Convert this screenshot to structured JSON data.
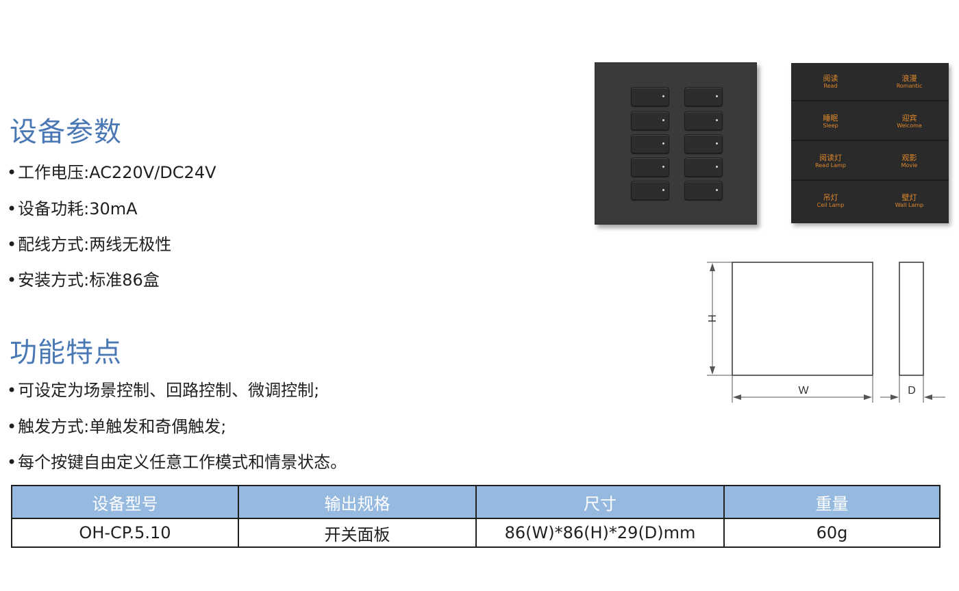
{
  "params": {
    "title": "设备参数",
    "items": [
      "工作电压:AC220V/DC24V",
      "设备功耗:30mA",
      "配线方式:两线无极性",
      "安装方式:标准86盒"
    ]
  },
  "features": {
    "title": "功能特点",
    "items": [
      "可设定为场景控制、回路控制、微调控制;",
      "触发方式:单触发和奇偶触发;",
      "每个按键自由定义任意工作模式和情景状态。"
    ]
  },
  "label_panel": {
    "rows": [
      {
        "left": {
          "cn": "阅读",
          "en": "Read"
        },
        "right": {
          "cn": "浪漫",
          "en": "Romantic"
        }
      },
      {
        "left": {
          "cn": "睡眠",
          "en": "Sleep"
        },
        "right": {
          "cn": "迎宾",
          "en": "Welcome"
        }
      },
      {
        "left": {
          "cn": "阅读灯",
          "en": "Read Lamp"
        },
        "right": {
          "cn": "观影",
          "en": "Movie"
        }
      },
      {
        "left": {
          "cn": "吊灯",
          "en": "Ceil Lamp"
        },
        "right": {
          "cn": "壁灯",
          "en": "Wall Lamp"
        }
      }
    ],
    "text_color": "#e0892c"
  },
  "dimensions": {
    "h": "H",
    "w": "W",
    "d": "D"
  },
  "table": {
    "headers": [
      "设备型号",
      "输出规格",
      "尺寸",
      "重量"
    ],
    "row": [
      "OH-CP.5.10",
      "开关面板",
      "86(W)*86(H)*29(D)mm",
      "60g"
    ],
    "header_color": "#96b9df"
  },
  "colors": {
    "heading": "#4a78b4",
    "panel": "#3a3a3a"
  },
  "icons": [
    "switch-panel-image",
    "label-panel-image",
    "dimension-drawing"
  ]
}
